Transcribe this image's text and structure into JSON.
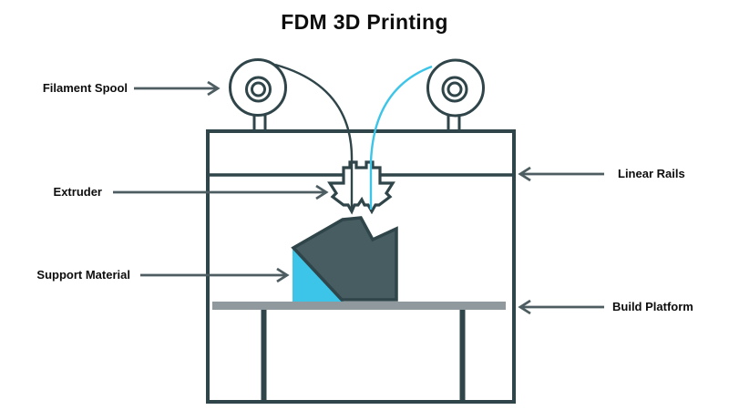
{
  "title": "FDM 3D Printing",
  "labels": {
    "filament_spool": "Filament Spool",
    "extruder": "Extruder",
    "support_material": "Support Material",
    "linear_rails": "Linear Rails",
    "build_platform": "Build Platform"
  },
  "colors": {
    "outline": "#2f4549",
    "arrow": "#4d5d61",
    "object": "#475d61",
    "cyan": "#3cc5e8",
    "platform": "#909a9e",
    "text": "#0d0d0d",
    "bg": "#ffffff"
  },
  "diagram": {
    "type": "labeled-schematic",
    "subject": "FDM 3D printer",
    "annotation_count": 5
  }
}
